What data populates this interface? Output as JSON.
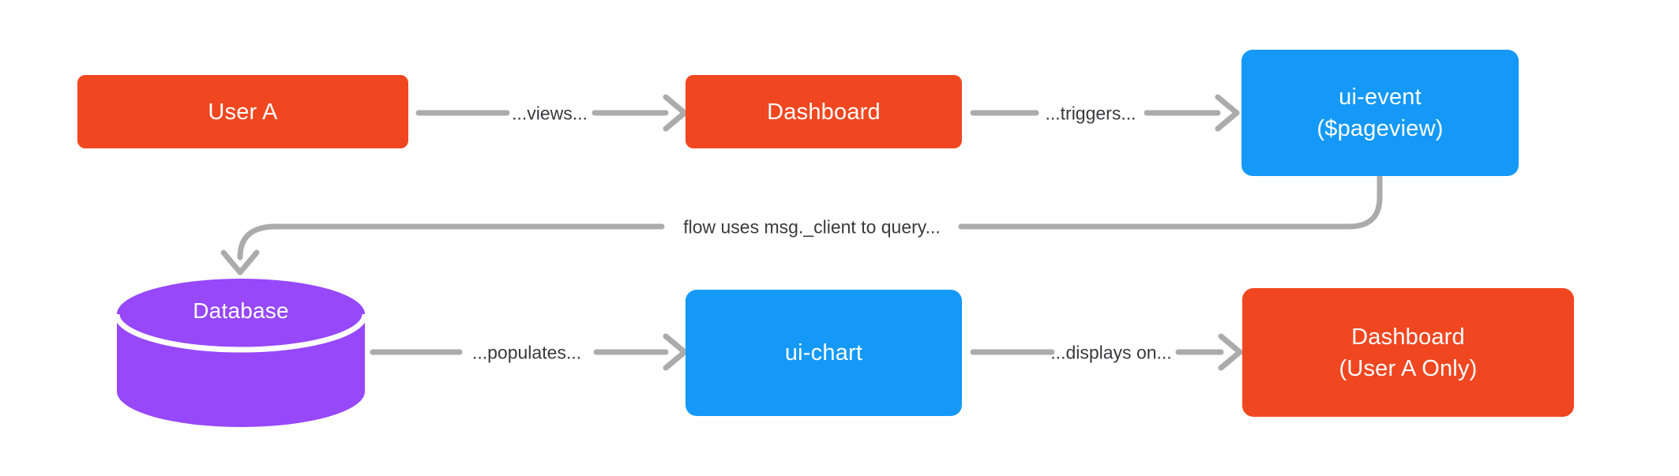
{
  "diagram": {
    "type": "flowchart",
    "nodes": {
      "user_a": {
        "label": "User A",
        "shape": "rect",
        "color": "#F04721"
      },
      "dashboard": {
        "label": "Dashboard",
        "shape": "rect",
        "color": "#F04721"
      },
      "ui_event": {
        "line1": "ui-event",
        "line2": "($pageview)",
        "shape": "rect",
        "color": "#1499F8"
      },
      "database": {
        "label": "Database",
        "shape": "cylinder",
        "color": "#9648FA"
      },
      "ui_chart": {
        "label": "ui-chart",
        "shape": "rect",
        "color": "#1499F8"
      },
      "dashboard_user_a": {
        "line1": "Dashboard",
        "line2": "(User A Only)",
        "shape": "rect",
        "color": "#F04721"
      }
    },
    "edges": {
      "views": {
        "from": "user_a",
        "to": "dashboard",
        "label": "...views..."
      },
      "triggers": {
        "from": "dashboard",
        "to": "ui_event",
        "label": "...triggers..."
      },
      "query": {
        "from": "ui_event",
        "to": "database",
        "label": "flow uses msg._client to query..."
      },
      "populates": {
        "from": "database",
        "to": "ui_chart",
        "label": "...populates..."
      },
      "displays_on": {
        "from": "ui_chart",
        "to": "dashboard_user_a",
        "label": "...displays on..."
      }
    },
    "colors": {
      "node_orange": "#F04721",
      "node_blue": "#1499F8",
      "node_purple": "#9648FA",
      "arrow": "#ABABAB",
      "edge_label": "#3A3A3C",
      "bg": "#FFFFFF"
    }
  }
}
